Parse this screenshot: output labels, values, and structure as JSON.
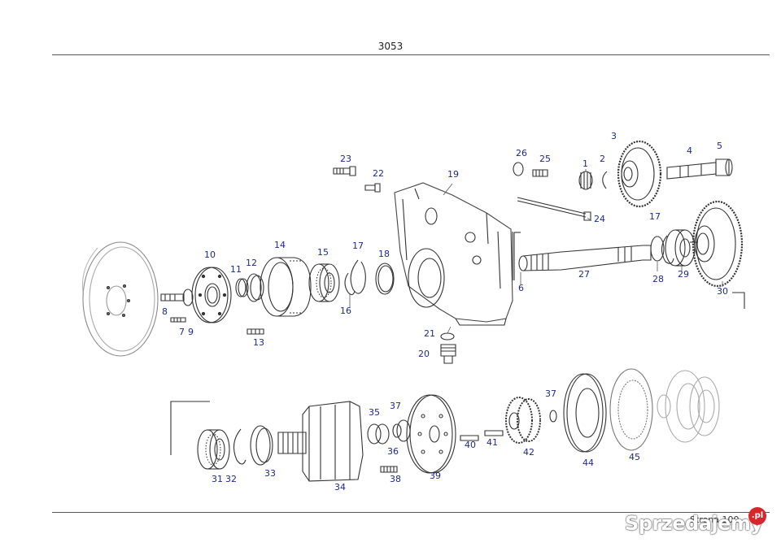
{
  "page_number": "3053",
  "footer_text": "Strona 100",
  "watermark": {
    "text": "Sprzedajemy",
    "badge": ".pl"
  },
  "callouts": [
    {
      "label": "1"
    },
    {
      "label": "2"
    },
    {
      "label": "3"
    },
    {
      "label": "4"
    },
    {
      "label": "5"
    },
    {
      "label": "6"
    },
    {
      "label": "7"
    },
    {
      "label": "8"
    },
    {
      "label": "9"
    },
    {
      "label": "10"
    },
    {
      "label": "11"
    },
    {
      "label": "12"
    },
    {
      "label": "13"
    },
    {
      "label": "14"
    },
    {
      "label": "15"
    },
    {
      "label": "16"
    },
    {
      "label": "17"
    },
    {
      "label": "18"
    },
    {
      "label": "19"
    },
    {
      "label": "20"
    },
    {
      "label": "21"
    },
    {
      "label": "22"
    },
    {
      "label": "23"
    },
    {
      "label": "24"
    },
    {
      "label": "25"
    },
    {
      "label": "26"
    },
    {
      "label": "27"
    },
    {
      "label": "28"
    },
    {
      "label": "29"
    },
    {
      "label": "30"
    },
    {
      "label": "17"
    },
    {
      "label": "31"
    },
    {
      "label": "32"
    },
    {
      "label": "33"
    },
    {
      "label": "34"
    },
    {
      "label": "35"
    },
    {
      "label": "36"
    },
    {
      "label": "37"
    },
    {
      "label": "38"
    },
    {
      "label": "39"
    },
    {
      "label": "40"
    },
    {
      "label": "41"
    },
    {
      "label": "42"
    },
    {
      "label": "37"
    },
    {
      "label": "44"
    },
    {
      "label": "45"
    }
  ]
}
